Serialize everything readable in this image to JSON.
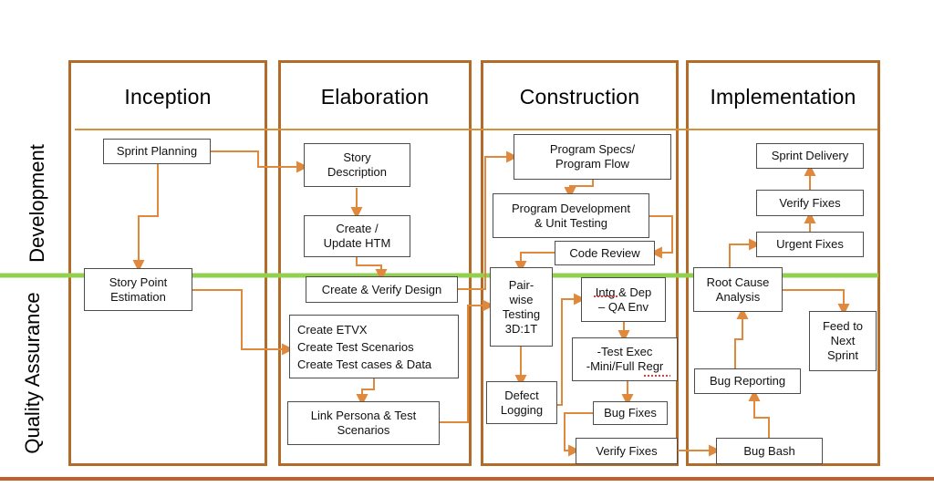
{
  "lanes": [
    {
      "label": "Development"
    },
    {
      "label": "Quality Assurance"
    }
  ],
  "phases": [
    {
      "title": "Inception"
    },
    {
      "title": "Elaboration"
    },
    {
      "title": "Construction"
    },
    {
      "title": "Implementation"
    }
  ],
  "nodes": {
    "sprint_planning": {
      "label": "Sprint Planning",
      "phase": "Inception",
      "lane": "Development"
    },
    "story_point_estimation": {
      "label": "Story Point\nEstimation",
      "phase": "Inception",
      "lane": "Quality Assurance"
    },
    "story_description": {
      "label": "Story\nDescription",
      "phase": "Elaboration",
      "lane": "Development"
    },
    "create_update_htm": {
      "label": "Create /\nUpdate HTM",
      "phase": "Elaboration",
      "lane": "Development"
    },
    "create_verify_design": {
      "label": "Create & Verify Design",
      "phase": "Elaboration",
      "lane": "Development"
    },
    "create_etvx": {
      "label": "Create ETVX\nCreate Test Scenarios\nCreate Test cases & Data",
      "phase": "Elaboration",
      "lane": "Quality Assurance"
    },
    "link_persona": {
      "label": "Link Persona & Test\nScenarios",
      "phase": "Elaboration",
      "lane": "Quality Assurance"
    },
    "program_specs": {
      "label": "Program Specs/\nProgram Flow",
      "phase": "Construction",
      "lane": "Development"
    },
    "program_dev": {
      "label": "Program Development\n& Unit Testing",
      "phase": "Construction",
      "lane": "Development"
    },
    "code_review": {
      "label": "Code Review",
      "phase": "Construction",
      "lane": "Development"
    },
    "pairwise_testing": {
      "label": "Pair-\nwise\nTesting\n3D:1T",
      "phase": "Construction",
      "lane": "Quality Assurance"
    },
    "intg_dep": {
      "label": "Intg & Dep\n– QA Env",
      "phase": "Construction",
      "lane": "Quality Assurance"
    },
    "test_exec": {
      "label": "-Test Exec\n-Mini/Full Regr",
      "phase": "Construction",
      "lane": "Quality Assurance"
    },
    "defect_logging": {
      "label": "Defect\nLogging",
      "phase": "Construction",
      "lane": "Quality Assurance"
    },
    "bug_fixes": {
      "label": "Bug Fixes",
      "phase": "Construction",
      "lane": "Quality Assurance"
    },
    "verify_fixes_constr": {
      "label": "Verify Fixes",
      "phase": "Construction",
      "lane": "Quality Assurance"
    },
    "sprint_delivery": {
      "label": "Sprint Delivery",
      "phase": "Implementation",
      "lane": "Development"
    },
    "verify_fixes_impl": {
      "label": "Verify Fixes",
      "phase": "Implementation",
      "lane": "Development"
    },
    "urgent_fixes": {
      "label": "Urgent Fixes",
      "phase": "Implementation",
      "lane": "Development"
    },
    "root_cause_analysis": {
      "label": "Root Cause\nAnalysis",
      "phase": "Implementation",
      "lane": "Quality Assurance"
    },
    "feed_to_next_sprint": {
      "label": "Feed to\nNext\nSprint",
      "phase": "Implementation",
      "lane": "Quality Assurance"
    },
    "bug_reporting": {
      "label": "Bug Reporting",
      "phase": "Implementation",
      "lane": "Quality Assurance"
    },
    "bug_bash": {
      "label": "Bug Bash",
      "phase": "Implementation",
      "lane": "Quality Assurance"
    }
  },
  "flows": [
    {
      "from": "sprint_planning",
      "to": "story_point_estimation"
    },
    {
      "from": "sprint_planning",
      "to": "story_description"
    },
    {
      "from": "story_description",
      "to": "create_update_htm"
    },
    {
      "from": "create_update_htm",
      "to": "create_verify_design"
    },
    {
      "from": "story_point_estimation",
      "to": "create_etvx"
    },
    {
      "from": "create_etvx",
      "to": "link_persona"
    },
    {
      "from": "link_persona",
      "to": "pairwise_testing"
    },
    {
      "from": "create_verify_design",
      "to": "program_specs"
    },
    {
      "from": "program_specs",
      "to": "program_dev"
    },
    {
      "from": "program_dev",
      "to": "code_review"
    },
    {
      "from": "code_review",
      "to": "pairwise_testing"
    },
    {
      "from": "pairwise_testing",
      "to": "defect_logging"
    },
    {
      "from": "defect_logging",
      "to": "intg_dep"
    },
    {
      "from": "intg_dep",
      "to": "test_exec"
    },
    {
      "from": "test_exec",
      "to": "bug_fixes"
    },
    {
      "from": "bug_fixes",
      "to": "verify_fixes_constr"
    },
    {
      "from": "verify_fixes_constr",
      "to": "bug_bash"
    },
    {
      "from": "bug_bash",
      "to": "bug_reporting"
    },
    {
      "from": "bug_reporting",
      "to": "root_cause_analysis"
    },
    {
      "from": "root_cause_analysis",
      "to": "feed_to_next_sprint"
    },
    {
      "from": "root_cause_analysis",
      "to": "urgent_fixes"
    },
    {
      "from": "urgent_fixes",
      "to": "verify_fixes_impl"
    },
    {
      "from": "verify_fixes_impl",
      "to": "sprint_delivery"
    }
  ],
  "colors": {
    "phase-border": "#b26b28",
    "connector": "#e0893c",
    "lane-divider": "#92d050",
    "header-rule": "#d98e3c",
    "bottom-rule": "#c2602c",
    "node-border": "#4d4d4d",
    "text": "#111111",
    "spellcheck": "#e03c31"
  }
}
